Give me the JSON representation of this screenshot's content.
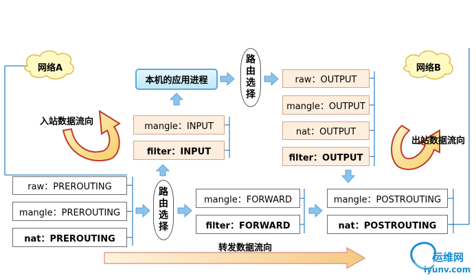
{
  "networks": {
    "a": "网络A",
    "b": "网络B"
  },
  "app_process": "本机的应用进程",
  "route_decision": [
    "路",
    "由",
    "选",
    "择"
  ],
  "chains": {
    "prerouting": {
      "raw": "raw：PREROUTING",
      "mangle": "mangle：PREROUTING",
      "nat": "nat：PREROUTING"
    },
    "input": {
      "mangle": "mangle：INPUT",
      "filter": "filter：INPUT"
    },
    "output": {
      "raw": "raw：OUTPUT",
      "mangle": "mangle：OUTPUT",
      "nat": "nat：OUTPUT",
      "filter": "filter：OUTPUT"
    },
    "forward": {
      "mangle": "mangle：FORWARD",
      "filter": "filter：FORWARD"
    },
    "postrouting": {
      "mangle": "mangle：POSTROUTING",
      "nat": "nat：POSTROUTING"
    }
  },
  "flows": {
    "inbound": "入站数据流向",
    "outbound": "出站数据流向",
    "forward": "转发数据流向"
  },
  "watermark": {
    "title": "运维网",
    "url": "iyunv.com"
  },
  "colors": {
    "arrow_blue": "#8dc3ea",
    "line_blue": "#2f7fc1",
    "curved_arrow_red": "#c0392b",
    "curved_arrow_yellow": "#f4d27a",
    "forward_arrow": "#f7d49a"
  }
}
